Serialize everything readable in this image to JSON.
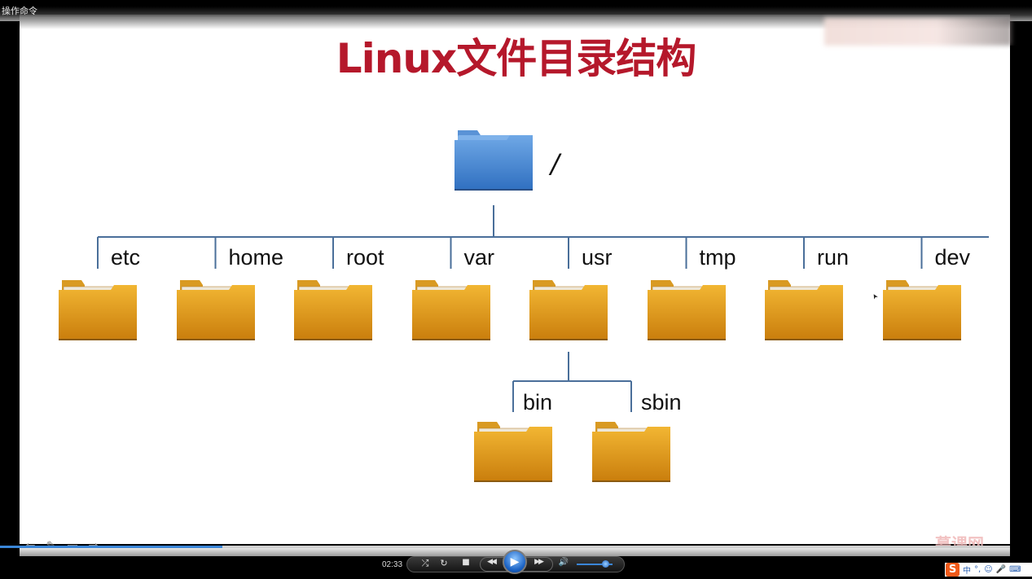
{
  "window": {
    "title": "操作命令"
  },
  "slide": {
    "title": "Linux文件目录结构",
    "root": {
      "label": "/",
      "color": "#3a7fd0"
    },
    "top_level_dirs": [
      "etc",
      "home",
      "root",
      "var",
      "usr",
      "tmp",
      "run",
      "dev"
    ],
    "usr_children": [
      "bin",
      "sbin"
    ],
    "title_color": "#b5182b",
    "line_color": "#4a6f9a",
    "folder_color": "#e8a21c",
    "watermark": "慕课网"
  },
  "slide_nav": {
    "prev_icon": "arrow-left-icon",
    "pen_icon": "pen-icon",
    "menu_icon": "menu-icon",
    "next_icon": "arrow-right-icon"
  },
  "player": {
    "time": "02:33",
    "progress_percent": 22,
    "volume_percent": 80,
    "buttons": {
      "shuffle": "⤮",
      "repeat": "↻",
      "stop": "■",
      "rewind": "◀◀",
      "play": "▶",
      "fast_forward": "▶▶",
      "volume": "🔊"
    }
  },
  "ime": {
    "logo": "S",
    "mode": "中",
    "punct": "°,",
    "emoji": "☺",
    "mic": "🎤",
    "keyboard": "⌨"
  }
}
